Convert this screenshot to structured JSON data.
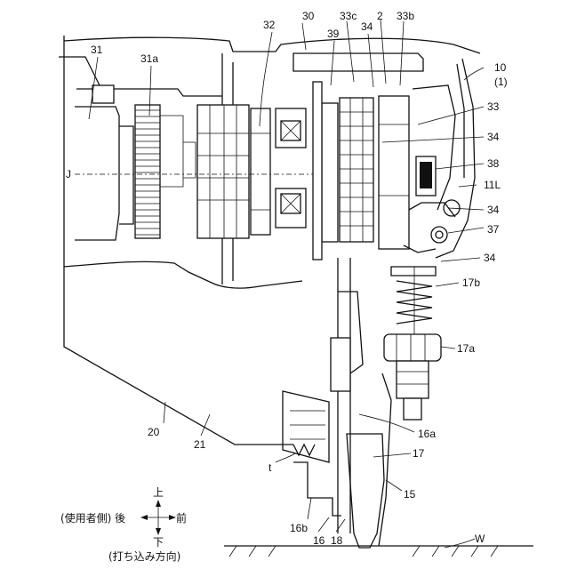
{
  "figure": {
    "labels": {
      "l30": "30",
      "l32": "32",
      "l33c": "33c",
      "l39": "39",
      "l34_top": "34",
      "l2": "2",
      "l33b": "33b",
      "l10": "10",
      "l1": "(1)",
      "l31": "31",
      "l31a": "31a",
      "l33": "33",
      "l34_a": "34",
      "l38": "38",
      "lJ": "J",
      "l11L": "11L",
      "l34_b": "34",
      "l37": "37",
      "l34_c": "34",
      "l17b": "17b",
      "l17a": "17a",
      "l16a": "16a",
      "l20": "20",
      "l21": "21",
      "l17": "17",
      "lt": "t",
      "l15": "15",
      "l16b": "16b",
      "l16": "16",
      "l18": "18",
      "lW": "W"
    },
    "orientation": {
      "up": "上",
      "down": "下",
      "rear": "(使用者側) 後",
      "front": "前",
      "drive": "(打ち込み方向)"
    }
  }
}
